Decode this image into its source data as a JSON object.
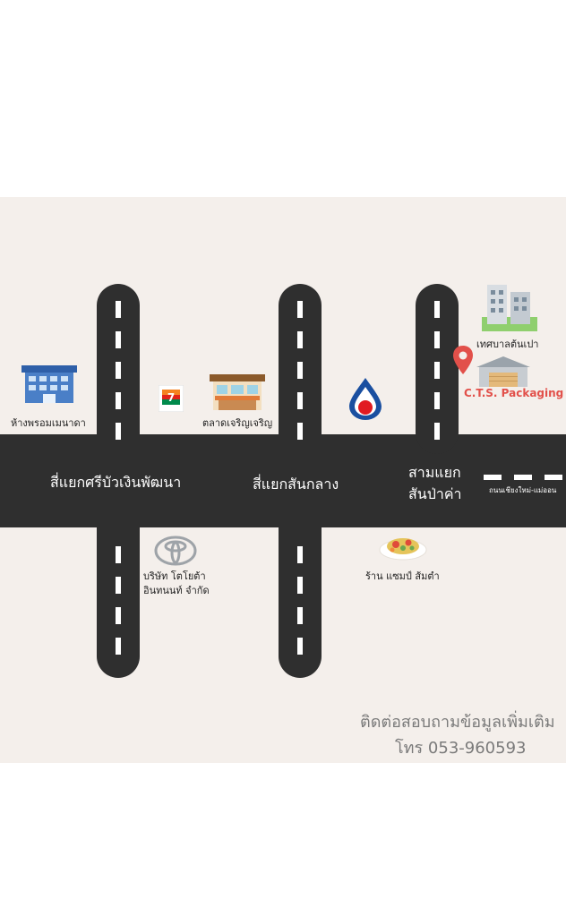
{
  "map": {
    "roads": {
      "junction_1": "สี่แยกศรีบัวเงินพัฒนา",
      "junction_2": "สี่แยกสันกลาง",
      "junction_3_line1": "สามแยก",
      "junction_3_line2": "สันป่าค่า",
      "highway": "ถนนเชียงใหม่-แม่ออน"
    },
    "landmarks": {
      "department_store": "ห้างพรอมเมนาดา",
      "market": "ตลาดเจริญเจริญ",
      "municipality": "เทศบาลต้นเปา",
      "company": "C.T.S. Packaging",
      "toyota_line1": "บริษัท โตโยต้า",
      "toyota_line2": "อินทนนท์ จำกัด",
      "restaurant": "ร้าน แซมป์ ส้มตำ"
    },
    "icons": [
      "department-store-icon",
      "seven-eleven-icon",
      "market-icon",
      "ptt-icon",
      "location-pin-icon",
      "warehouse-icon",
      "office-buildings-icon",
      "toyota-icon",
      "som-tam-icon"
    ],
    "colors": {
      "background": "#f4efeb",
      "road": "#2f2f2f",
      "accent": "#e2504a"
    }
  },
  "contact": {
    "line1": "ติดต่อสอบถามข้อมูลเพิ่มเติม",
    "phone": "โทร 053-960593"
  }
}
